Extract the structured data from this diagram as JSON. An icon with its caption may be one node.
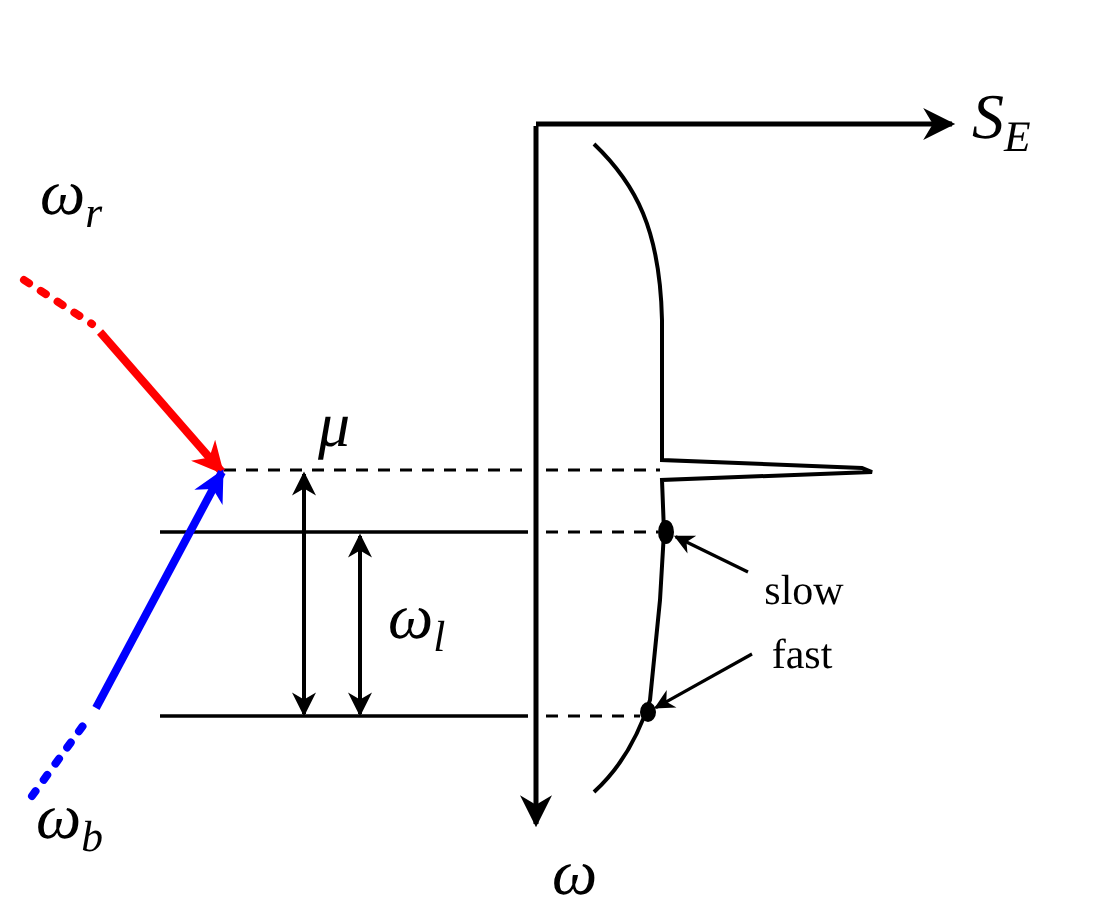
{
  "diagram": {
    "nodes": [
      {
        "text": [
          "μ"
        ]
      },
      {
        "text": [
          "slow"
        ]
      },
      {
        "text": [],
        "shape": "circle"
      },
      {
        "text": [
          "fast"
        ]
      },
      {
        "text": [],
        "shape": "circle"
      }
    ],
    "edges": [
      {
        "from": null,
        "to": 0,
        "arrow": "to",
        "style": "thick",
        "color": "#ff0000"
      },
      {
        "from": null,
        "to": 0,
        "arrow": "to",
        "style": "thick",
        "color": "#0000ff"
      },
      {
        "from": 1,
        "to": 2,
        "arrow": "to"
      },
      {
        "from": 3,
        "to": 4,
        "arrow": "to"
      }
    ],
    "labels": [
      "S$_{E}$",
      "ω",
      "ω$_{r}$",
      "ω$_{b}$",
      "ω$_{l}$"
    ]
  }
}
